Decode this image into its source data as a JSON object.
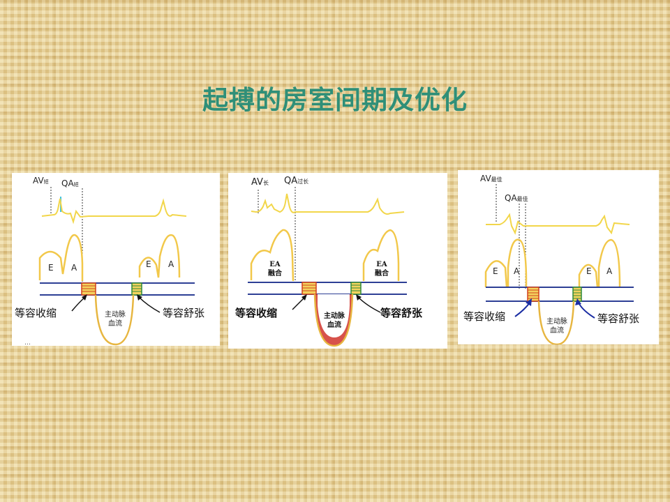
{
  "page": {
    "title": "起搏的房室间期及优化"
  },
  "colors": {
    "title": "#2f8f78",
    "ecg": "#f2d64a",
    "flow": "#e7b640",
    "line": "#2d3f95",
    "contraction": "#d2401c",
    "relaxation": "#2e8a3a",
    "aortic_fill_panel2": "#d0342c"
  },
  "panels": [
    {
      "av_label": "AV",
      "av_sub": "短",
      "qa_label": "QA",
      "qa_sub": "短",
      "wave_e": "E",
      "wave_a": "A",
      "wave_e2": "E",
      "wave_a2": "A",
      "contraction_label": "等容收缩",
      "relaxation_label": "等容舒张",
      "aortic_line1": "主动脉",
      "aortic_line2": "血流",
      "footer_fragment": "…"
    },
    {
      "av_label": "AV",
      "av_sub": "长",
      "qa_label": "QA",
      "qa_sub": "过长",
      "fused_line1": "EA",
      "fused_line2": "融合",
      "fused2_line1": "EA",
      "fused2_line2": "融合",
      "contraction_label": "等容收缩",
      "relaxation_label": "等容舒张",
      "aortic_line1": "主动脉",
      "aortic_line2": "血流"
    },
    {
      "av_label": "AV",
      "av_sub": "最佳",
      "qa_label": "QA",
      "qa_sub": "最佳",
      "wave_e": "E",
      "wave_a": "A",
      "wave_e2": "E",
      "wave_a2": "A",
      "contraction_label": "等容收缩",
      "relaxation_label": "等容舒张",
      "aortic_line1": "主动脉",
      "aortic_line2": "血流"
    }
  ]
}
